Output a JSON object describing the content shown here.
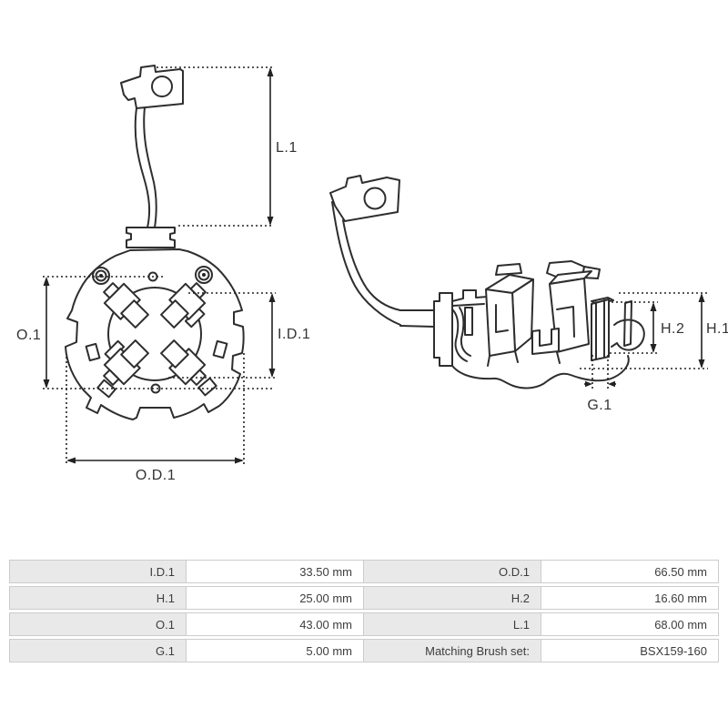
{
  "drawing": {
    "front_view": {
      "labels": {
        "l1": "L.1",
        "o1": "O.1",
        "id1": "I.D.1",
        "od1": "O.D.1"
      }
    },
    "side_view": {
      "labels": {
        "h1": "H.1",
        "h2": "H.2",
        "g1": "G.1"
      }
    },
    "line_color": "#2e2e2e"
  },
  "table": {
    "colors": {
      "label_bg": "#e9e9e9",
      "value_bg": "#ffffff",
      "border": "#cccccc",
      "text": "#3d3d3d"
    },
    "rows": [
      {
        "label1": "I.D.1",
        "value1": "33.50 mm",
        "label2": "O.D.1",
        "value2": "66.50 mm"
      },
      {
        "label1": "H.1",
        "value1": "25.00 mm",
        "label2": "H.2",
        "value2": "16.60 mm"
      },
      {
        "label1": "O.1",
        "value1": "43.00 mm",
        "label2": "L.1",
        "value2": "68.00 mm"
      },
      {
        "label1": "G.1",
        "value1": "5.00 mm",
        "label2": "Matching Brush set:",
        "value2": "BSX159-160"
      }
    ]
  }
}
